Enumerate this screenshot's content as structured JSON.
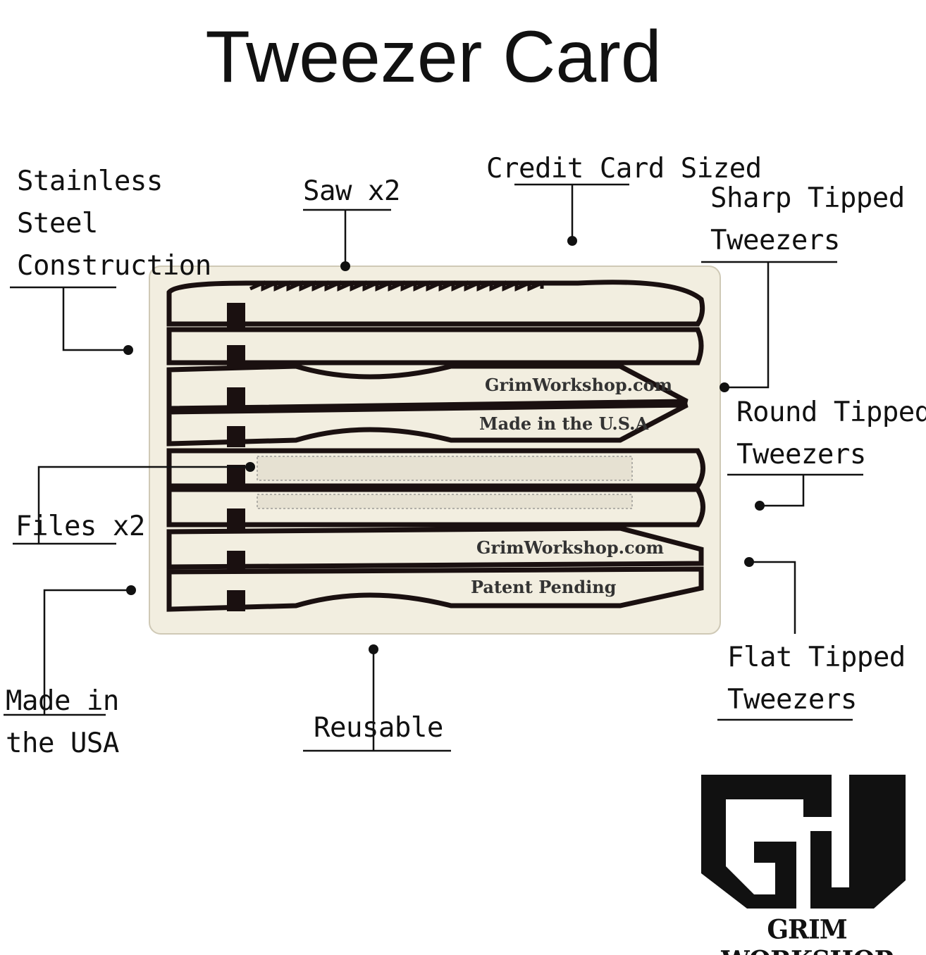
{
  "title": "Tweezer Card",
  "labels": {
    "stainless": [
      "Stainless",
      "Steel",
      "Construction"
    ],
    "saw": "Saw x2",
    "credit_card": "Credit Card Sized",
    "sharp": [
      "Sharp Tipped",
      "Tweezers"
    ],
    "round": [
      "Round Tipped",
      "Tweezers"
    ],
    "files": "Files x2",
    "made_in": [
      "Made in",
      "the USA"
    ],
    "reusable": "Reusable",
    "flat": [
      "Flat Tipped",
      "Tweezers"
    ]
  },
  "card": {
    "engravings": [
      "GrimWorkshop.com",
      "Made in the U.S.A",
      "GrimWorkshop.com",
      "Patent Pending"
    ],
    "color": "#f2eee0"
  },
  "logo": {
    "mark": "GW",
    "text": "GRIM WORKSHOP"
  }
}
